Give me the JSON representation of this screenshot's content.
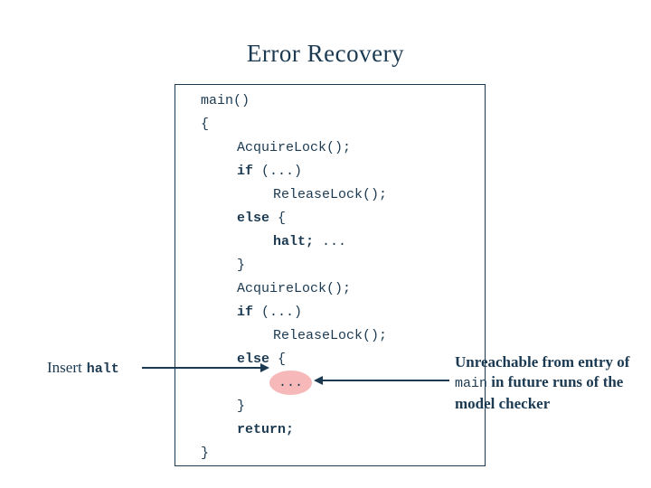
{
  "colors": {
    "ink": "#1b3a52",
    "highlight": "#f6b8b8",
    "background": "#ffffff"
  },
  "title": "Error Recovery",
  "code_box": {
    "lines": [
      {
        "indent": 0,
        "segments": [
          {
            "text": "main()"
          }
        ]
      },
      {
        "indent": 0,
        "segments": [
          {
            "text": "{"
          }
        ]
      },
      {
        "indent": 1,
        "segments": [
          {
            "text": "AcquireLock();"
          }
        ]
      },
      {
        "indent": 1,
        "segments": [
          {
            "text": "if",
            "bold": true
          },
          {
            "text": " (...)"
          }
        ]
      },
      {
        "indent": 2,
        "segments": [
          {
            "text": "ReleaseLock();"
          }
        ]
      },
      {
        "indent": 1,
        "segments": [
          {
            "text": "else",
            "bold": true
          },
          {
            "text": " {"
          }
        ]
      },
      {
        "indent": 2,
        "segments": [
          {
            "text": "halt;",
            "bold": true
          },
          {
            "text": " ..."
          }
        ]
      },
      {
        "indent": 1,
        "segments": [
          {
            "text": "}"
          }
        ]
      },
      {
        "indent": 1,
        "segments": [
          {
            "text": "AcquireLock();"
          }
        ]
      },
      {
        "indent": 1,
        "segments": [
          {
            "text": "if",
            "bold": true
          },
          {
            "text": " (...)"
          }
        ]
      },
      {
        "indent": 2,
        "segments": [
          {
            "text": "ReleaseLock();"
          }
        ]
      },
      {
        "indent": 1,
        "segments": [
          {
            "text": "else",
            "bold": true
          },
          {
            "text": " {"
          }
        ]
      },
      {
        "indent": 2,
        "segments": [
          {
            "text": "...",
            "highlight": true
          }
        ]
      },
      {
        "indent": 1,
        "segments": [
          {
            "text": "}"
          }
        ]
      },
      {
        "indent": 1,
        "segments": [
          {
            "text": "return;",
            "bold": true
          }
        ]
      },
      {
        "indent": 0,
        "segments": [
          {
            "text": "}"
          }
        ]
      }
    ]
  },
  "annotations": {
    "left": {
      "prefix": "Insert",
      "keyword": "halt"
    },
    "right": {
      "segments": [
        {
          "text": "Unreachable from entry of ",
          "serif": true
        },
        {
          "text": "main",
          "mono": true
        },
        {
          "text": " in future runs of the model checker",
          "serif": true
        }
      ]
    }
  }
}
